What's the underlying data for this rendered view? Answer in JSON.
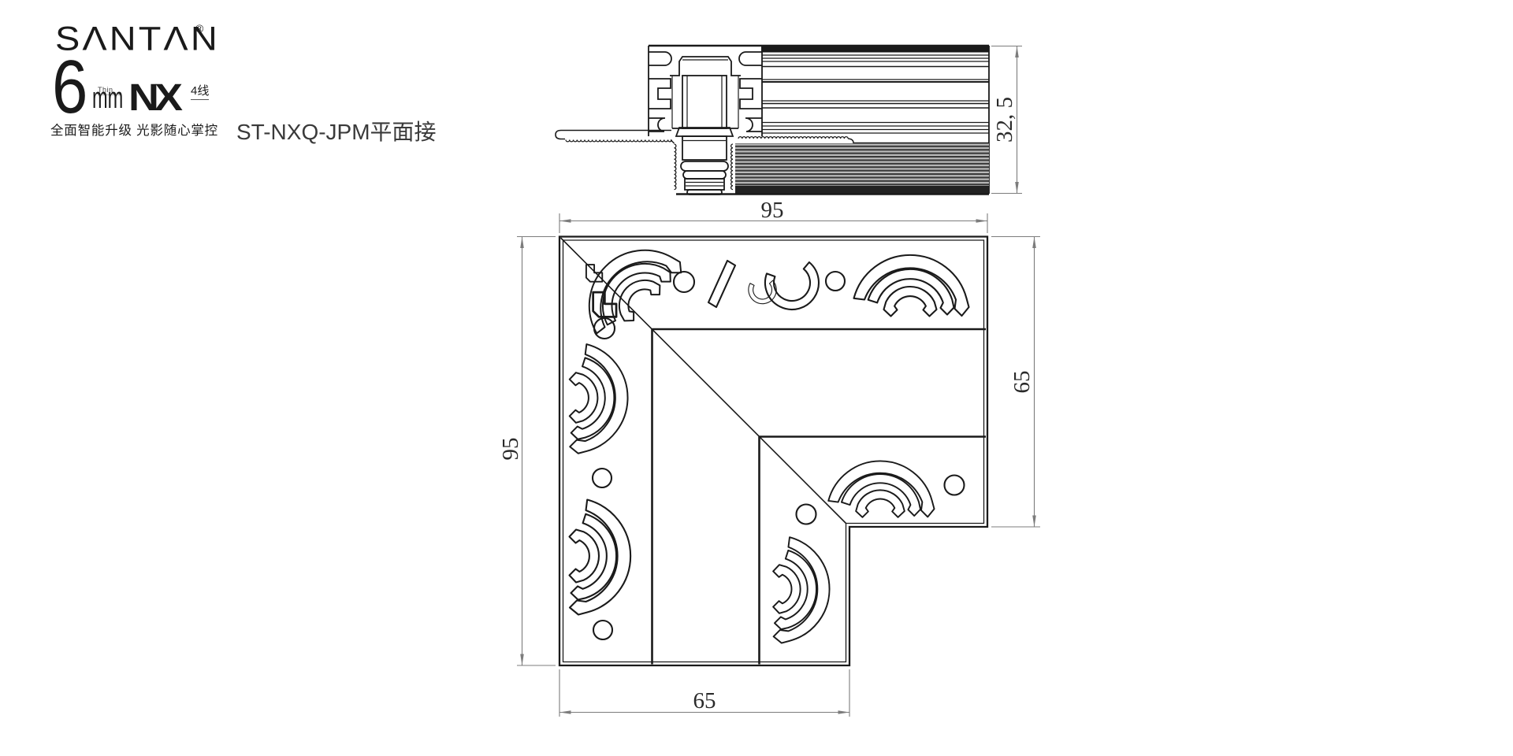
{
  "brand": {
    "name": "SΛNTΛN",
    "registered": "®",
    "size_number": "6",
    "size_note": "Thin",
    "size_unit": "mm",
    "series": "NX",
    "series_note": "4线",
    "tagline": "全面智能升级 光影随心掌控",
    "product_code": "ST-NXQ-JPM平面接"
  },
  "dimensions": {
    "plan_top_width": "95",
    "plan_left_height": "95",
    "plan_right_height": "65",
    "plan_bottom_width": "65",
    "profile_height": "32, 5"
  },
  "colors": {
    "line": "#1a1a1a",
    "dim_line": "#7c7c7c",
    "background": "#ffffff"
  }
}
